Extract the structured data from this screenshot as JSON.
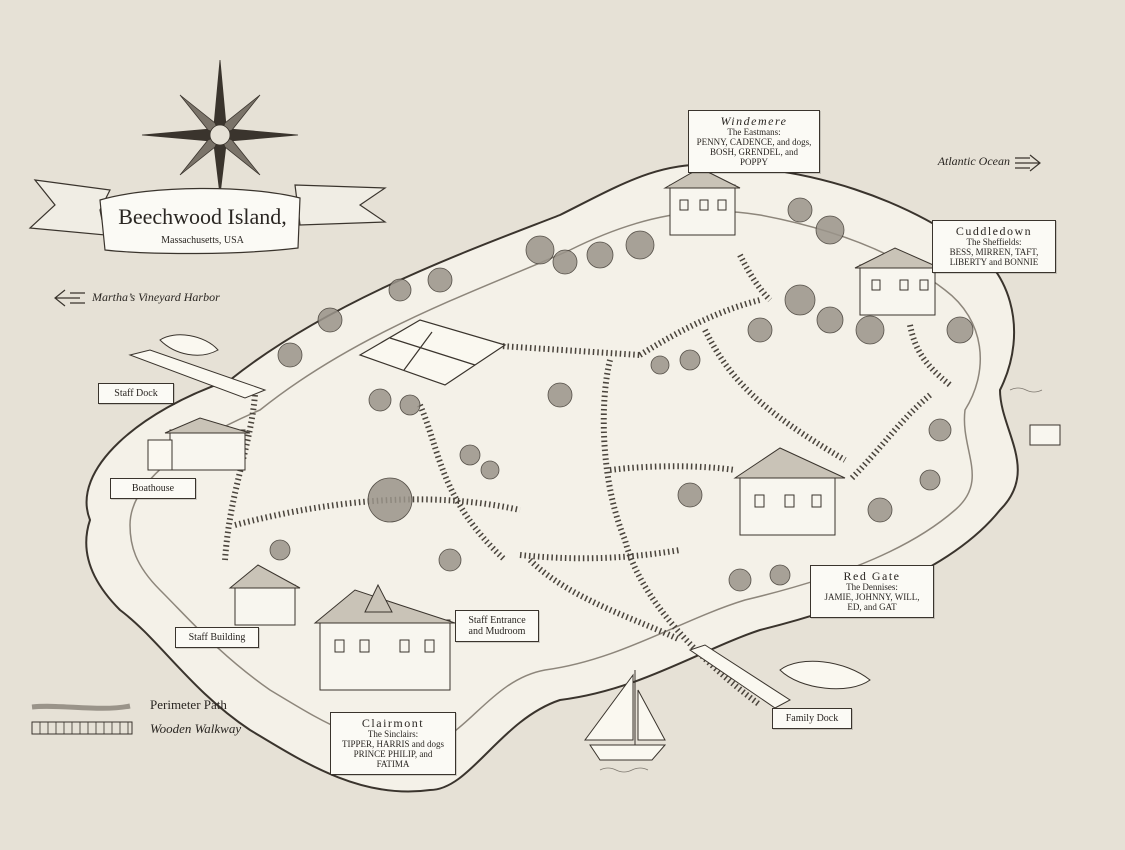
{
  "title": "Beechwood Island,",
  "subtitle": "Massachusetts, USA",
  "directions": {
    "east": "Atlantic Ocean",
    "west": "Martha’s Vineyard Harbor"
  },
  "houses": [
    {
      "name": "Windemere",
      "family": "The Eastmans:",
      "members": "PENNY, CADENCE, and dogs, BOSH, GRENDEL, and POPPY"
    },
    {
      "name": "Cuddledown",
      "family": "The Sheffields:",
      "members": "BESS, MIRREN, TAFT, LIBERTY and BONNIE"
    },
    {
      "name": "Red Gate",
      "family": "The Dennises:",
      "members": "JAMIE, JOHNNY, WILL, ED, and GAT"
    },
    {
      "name": "Clairmont",
      "family": "The Sinclairs:",
      "members": "TIPPER, HARRIS and dogs PRINCE PHILIP, and FATIMA"
    }
  ],
  "places": {
    "staff_dock": "Staff Dock",
    "boathouse": "Boathouse",
    "staff_building": "Staff Building",
    "staff_entrance": "Staff Entrance and Mudroom",
    "family_dock": "Family Dock"
  },
  "legend": {
    "perimeter": "Perimeter Path",
    "walkway": "Wooden Walkway"
  },
  "colors": {
    "paper": "#e6e1d6",
    "land": "#f4f1e8",
    "ink": "#3a342d",
    "tree": "#9a948a"
  }
}
